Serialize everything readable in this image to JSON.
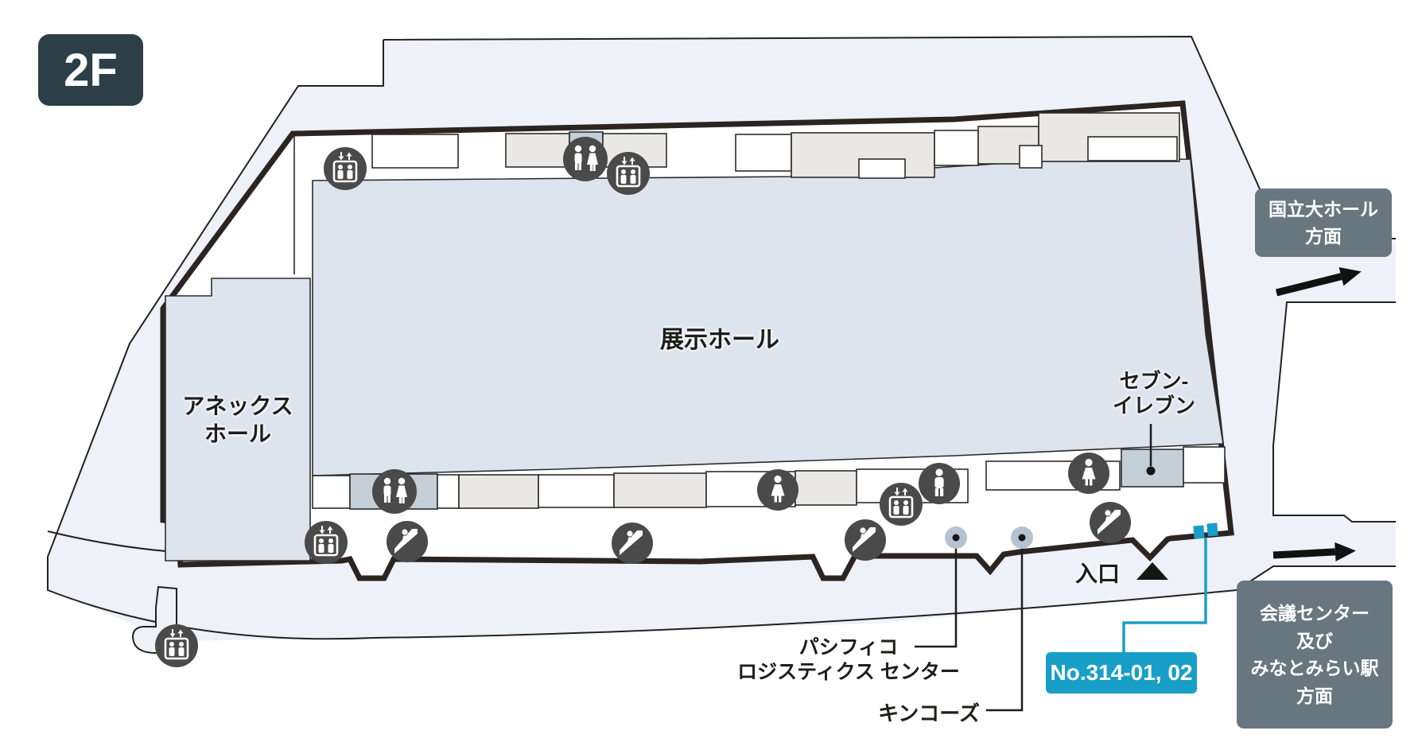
{
  "floor_label": "2F",
  "areas": {
    "exhibition_hall": "展示ホール",
    "annex_hall": {
      "line1": "アネックス",
      "line2": "ホール"
    }
  },
  "labels": {
    "seven_eleven": {
      "line1": "セブン-",
      "line2": "イレブン"
    },
    "pacifico_logistics": {
      "line1": "パシフィコ",
      "line2": "ロジスティクス センター"
    },
    "kinkos": "キンコーズ",
    "entrance": "入口",
    "booth_number": "No.314-01, 02"
  },
  "directions": {
    "top_right": {
      "line1": "国立大ホール",
      "line2": "方面"
    },
    "bottom_right": {
      "line1": "会議センター",
      "line2": "及び",
      "line3": "みなとみらい駅",
      "line4": "方面"
    }
  },
  "icons_legend": [
    {
      "name": "elevator-icon",
      "count": 5
    },
    {
      "name": "escalator-icon",
      "count": 4
    },
    {
      "name": "restroom-men-women-icon",
      "count": 2
    },
    {
      "name": "restroom-women-icon",
      "count": 2
    },
    {
      "name": "restroom-men-icon",
      "count": 1
    },
    {
      "name": "location-pin-dot",
      "count": 2
    },
    {
      "name": "store-location-dot",
      "count": 1
    },
    {
      "name": "direction-arrow",
      "count": 2
    },
    {
      "name": "entrance-arrow",
      "count": 1
    },
    {
      "name": "booth-marker-square",
      "count": 2
    }
  ],
  "colors": {
    "accent_cyan": "#189fc7",
    "direction_box": "#68767f",
    "floor_badge": "#2c3f46",
    "hall_fill": "#dde4ed",
    "room_fill": "#e9e8e5",
    "toilet_room_fill": "#c5cfd8",
    "outer_fill": "#eef1f7",
    "wall": "#2b2421",
    "icon_circle": "#4b4a4a",
    "pin_fill": "#b5c3d1"
  }
}
